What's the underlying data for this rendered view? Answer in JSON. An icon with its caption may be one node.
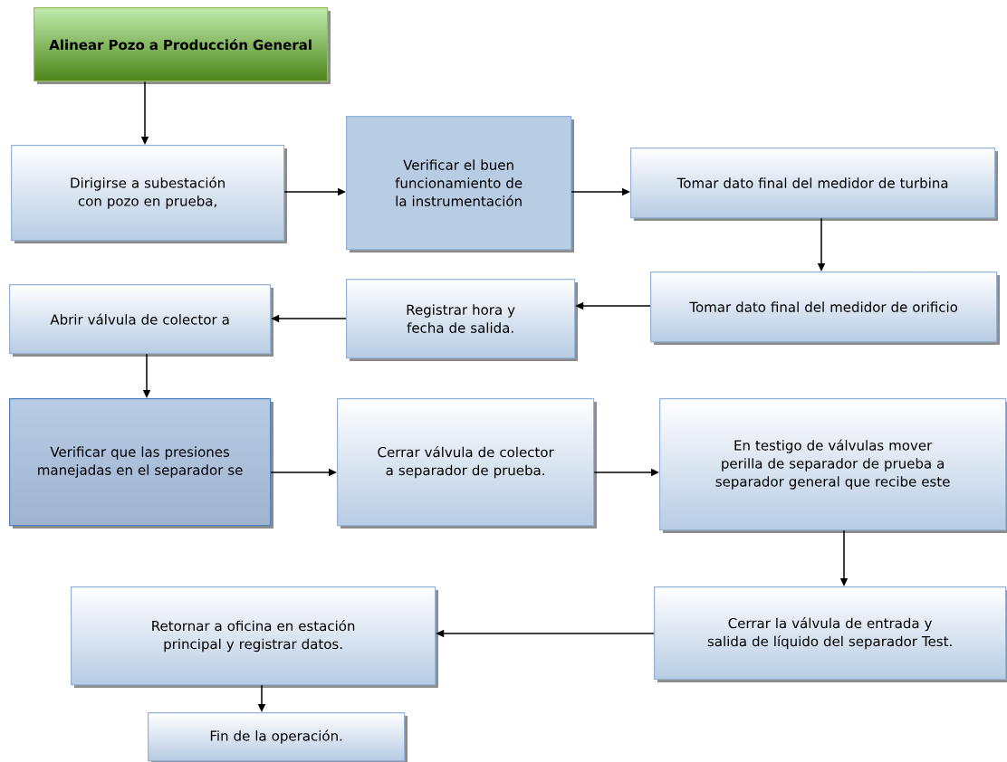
{
  "diagram": {
    "nodes": [
      {
        "text": [
          "Alinear Pozo a Producción General"
        ]
      },
      {
        "text": [
          "Dirigirse a subestación con pozo en prueba,"
        ]
      },
      {
        "text": [
          "Verificar el buen funcionamiento de la instrumentación"
        ]
      },
      {
        "text": [
          "Tomar dato final del medidor de turbina"
        ]
      },
      {
        "text": [
          "Tomar dato final del medidor de orificio"
        ]
      },
      {
        "text": [
          "Registrar hora y fecha de salida."
        ]
      },
      {
        "text": [
          "Abrir válvula de colector a"
        ]
      },
      {
        "text": [
          "Verificar que las presiones manejadas en el separador se"
        ]
      },
      {
        "text": [
          "Cerrar válvula de colector a separador de prueba."
        ]
      },
      {
        "text": [
          "En testigo de válvulas mover perilla de separador de prueba a separador general que recibe este"
        ]
      },
      {
        "text": [
          "Cerrar la válvula de entrada y salida de líquido del separador Test."
        ]
      },
      {
        "text": [
          "Retornar a oficina en estación principal y registrar datos."
        ]
      },
      {
        "text": [
          "Fin de la operación."
        ]
      }
    ],
    "edges": [
      {
        "from": 0,
        "to": 1,
        "arrow": "to"
      },
      {
        "from": 1,
        "to": 2,
        "arrow": "to"
      },
      {
        "from": 2,
        "to": 3,
        "arrow": "to"
      },
      {
        "from": 3,
        "to": 4,
        "arrow": "to"
      },
      {
        "from": 4,
        "to": 5,
        "arrow": "to"
      },
      {
        "from": 5,
        "to": 6,
        "arrow": "to"
      },
      {
        "from": 6,
        "to": 7,
        "arrow": "to"
      },
      {
        "from": 7,
        "to": 8,
        "arrow": "to"
      },
      {
        "from": 8,
        "to": 9,
        "arrow": "to"
      },
      {
        "from": 9,
        "to": 10,
        "arrow": "to"
      },
      {
        "from": 10,
        "to": 11,
        "arrow": "to"
      },
      {
        "from": 11,
        "to": 12,
        "arrow": "to"
      }
    ]
  }
}
